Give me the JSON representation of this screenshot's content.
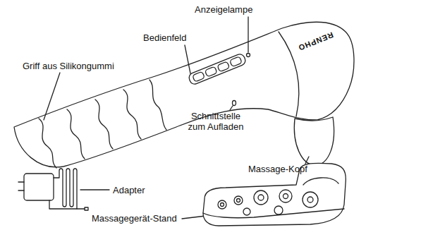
{
  "diagram": {
    "labels": [
      "Anzeigelampe",
      "RENPHO",
      "Bedienfeld",
      "Griff aus Silikongummi",
      "Schnittstelle zum Aufladen",
      "Massage-Kopf",
      "Adapter",
      "Massagegerät-Stand"
    ]
  }
}
